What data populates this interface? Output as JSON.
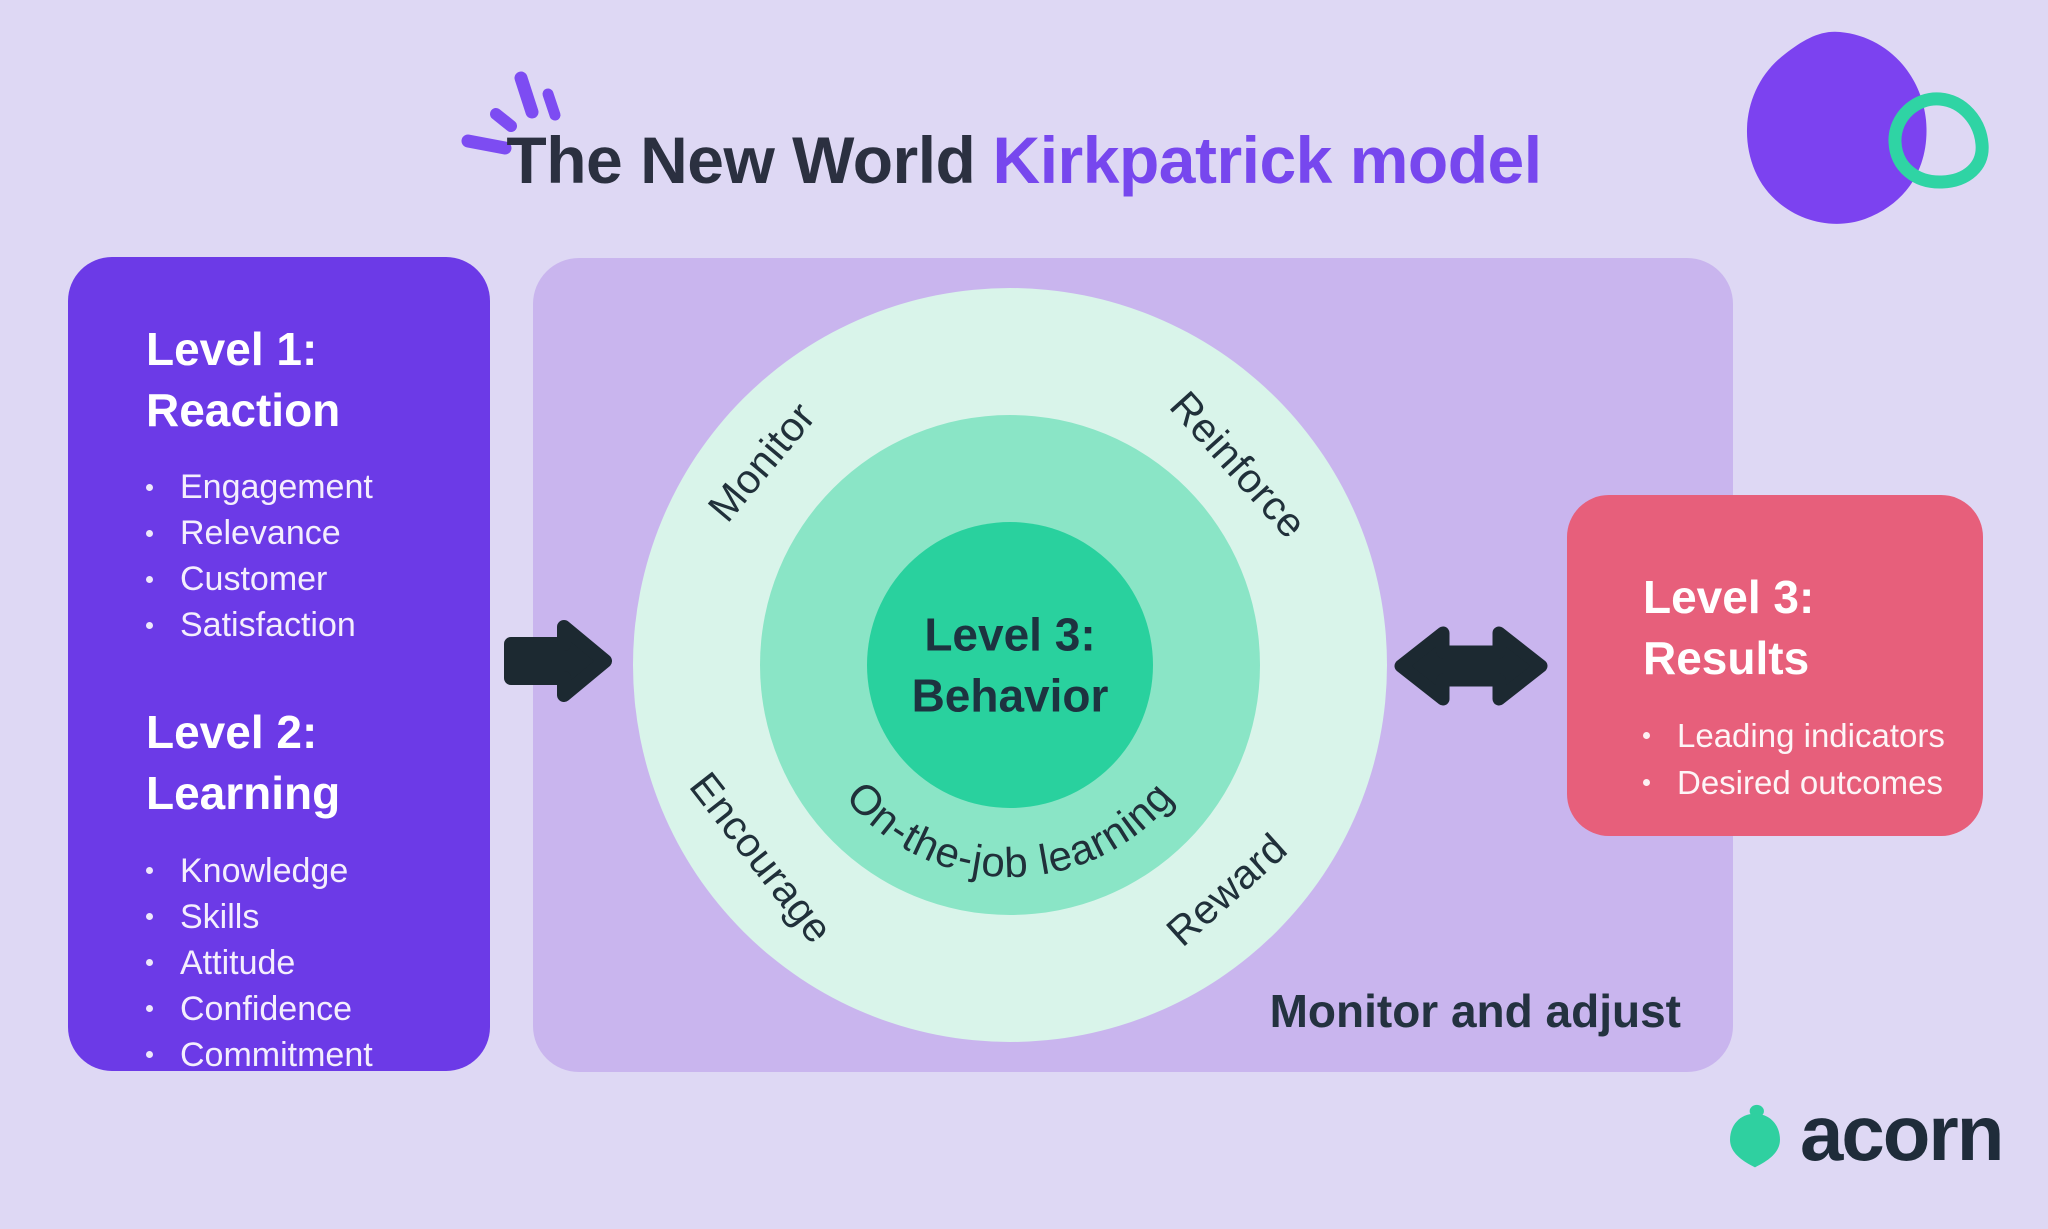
{
  "title": {
    "prefix": "The New World",
    "highlight": "Kirkpatrick model"
  },
  "left_card": {
    "sections": [
      {
        "heading": [
          "Level 1:",
          "Reaction"
        ],
        "bullets": [
          "Engagement",
          "Relevance",
          "Customer",
          "Satisfaction"
        ]
      },
      {
        "heading": [
          "Level 2:",
          "Learning"
        ],
        "bullets": [
          "Knowledge",
          "Skills",
          "Attitude",
          "Confidence",
          "Commitment"
        ]
      }
    ]
  },
  "diagram": {
    "ring_labels": {
      "top_left": "Monitor",
      "top_right": "Reinforce",
      "bottom_left": "Encourage",
      "bottom_right": "Reward"
    },
    "middle_ring_label": "On-the-job learning",
    "core": {
      "line1": "Level 3:",
      "line2": "Behavior"
    },
    "footer": "Monitor and adjust"
  },
  "right_card": {
    "heading": [
      "Level 3:",
      "Results"
    ],
    "bullets": [
      "Leading indicators",
      "Desired outcomes"
    ]
  },
  "logo": {
    "wordmark": "acorn"
  },
  "icons": {
    "sparkle-icon": "burst-strokes",
    "blob-icon": "organic-blob",
    "triangle-ring-icon": "rounded-triangle-outline",
    "arrow-right-icon": "solid-right-arrow",
    "arrow-both-icon": "solid-double-arrow",
    "acorn-icon": "acorn-nut",
    "bullet-dot": "•"
  },
  "colors": {
    "background": "#ded8f4",
    "panel_lavender": "#c9b5ee",
    "purple_card": "#6c3ae7",
    "title_purple": "#7747ee",
    "sparkle_purple": "#7d4cf2",
    "blob_purple": "#7c42f0",
    "pink_card": "#e75f7b",
    "outer_ring": "#d9f4ea",
    "middle_ring": "#8ae5c6",
    "core_circle": "#29d19e",
    "teal_accent": "#2fd4a4",
    "dark_navy": "#20303a",
    "white_text": "#ffffff"
  }
}
